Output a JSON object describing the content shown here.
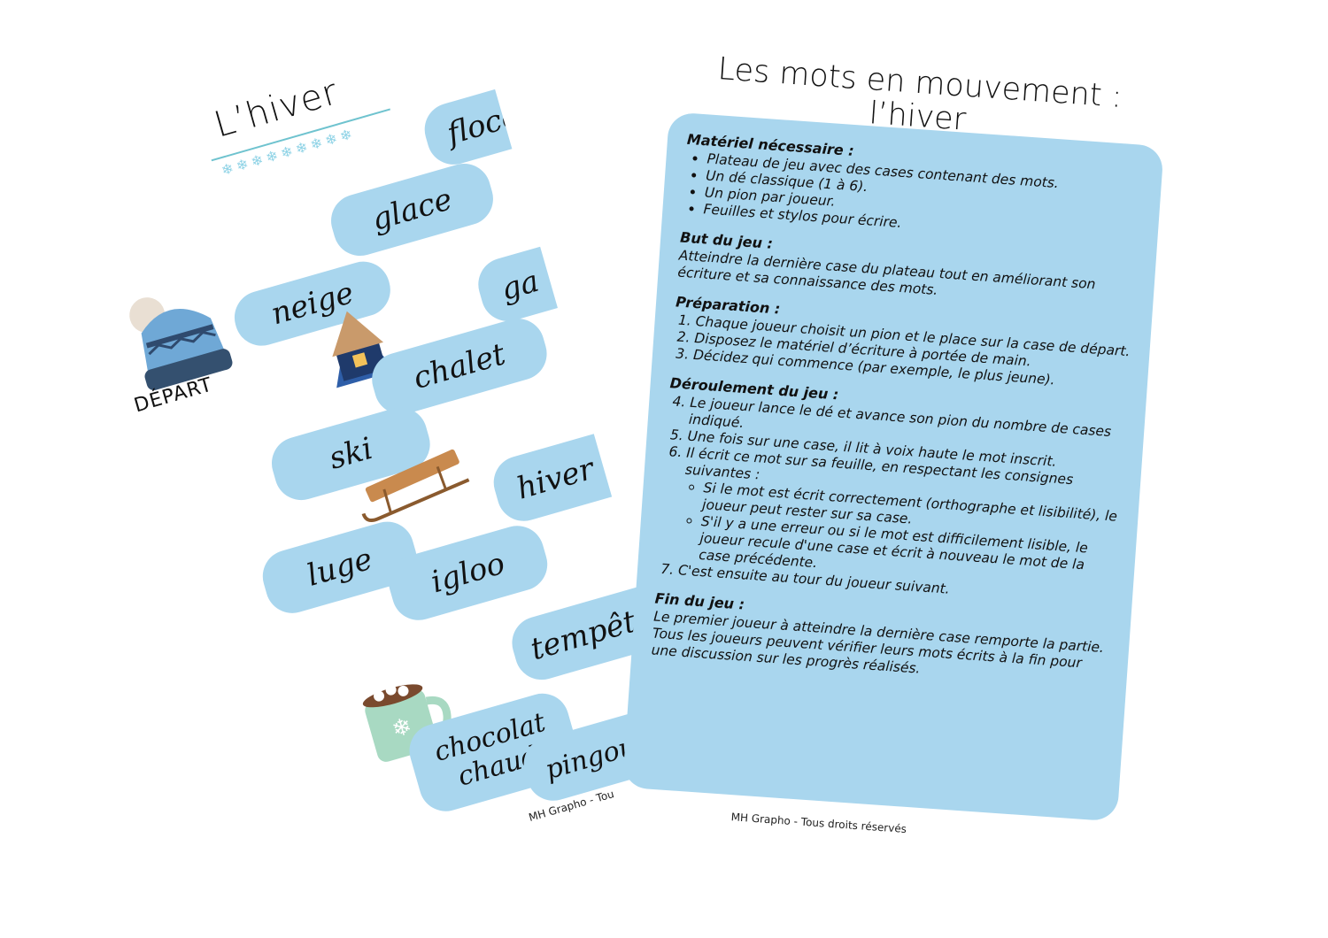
{
  "board": {
    "title": "L’hiver",
    "flakes": "❄❄❄❄❄❄❄❄❄",
    "depart": "DÉPART",
    "words": [
      "neige",
      "glace",
      "flocon",
      "chalet",
      "ski",
      "ga",
      "luge",
      "igloo",
      "hiver",
      "tempêt",
      "chocolat chaud",
      "pingouin"
    ],
    "footer": "MH Grapho - Tou"
  },
  "rules": {
    "title_line1": "Les mots en mouvement :",
    "title_line2": "l’hiver",
    "materiel": {
      "heading": "Matériel nécessaire :",
      "items": [
        "Plateau de jeu avec des cases contenant des mots.",
        "Un dé classique (1 à 6).",
        "Un pion par joueur.",
        "Feuilles et stylos pour écrire."
      ]
    },
    "but": {
      "heading": "But du jeu :",
      "text": "Atteindre la dernière case du plateau tout en améliorant son écriture et sa connaissance des mots."
    },
    "preparation": {
      "heading": "Préparation :",
      "items": [
        "Chaque joueur choisit un pion et le place sur la case de départ.",
        "Disposez le matériel d’écriture à portée de main.",
        "Décidez qui commence (par exemple, le plus jeune)."
      ]
    },
    "deroulement": {
      "heading": "Déroulement du jeu :",
      "items": [
        "Le joueur lance le dé et avance son pion du nombre de cases indiqué.",
        "Une fois sur une case, il lit à voix haute le mot inscrit.",
        "Il écrit ce mot sur sa feuille, en respectant les consignes suivantes :",
        "C'est ensuite au tour du joueur suivant."
      ],
      "subitems": [
        "Si le mot est écrit correctement (orthographe et lisibilité), le joueur peut rester sur sa case.",
        "S'il y a une erreur ou si le mot est difficilement lisible, le joueur recule d'une case et écrit à nouveau le mot de la case précédente."
      ]
    },
    "fin": {
      "heading": "Fin du jeu :",
      "text": "Le premier joueur à atteindre la dernière case remporte la partie. Tous les joueurs peuvent vérifier leurs mots écrits à la fin pour une discussion sur les progrès réalisés."
    },
    "footer": "MH Grapho -  Tous droits réservés"
  },
  "colors": {
    "tile": "#a9d6ee",
    "accent": "#6fc3cf"
  }
}
